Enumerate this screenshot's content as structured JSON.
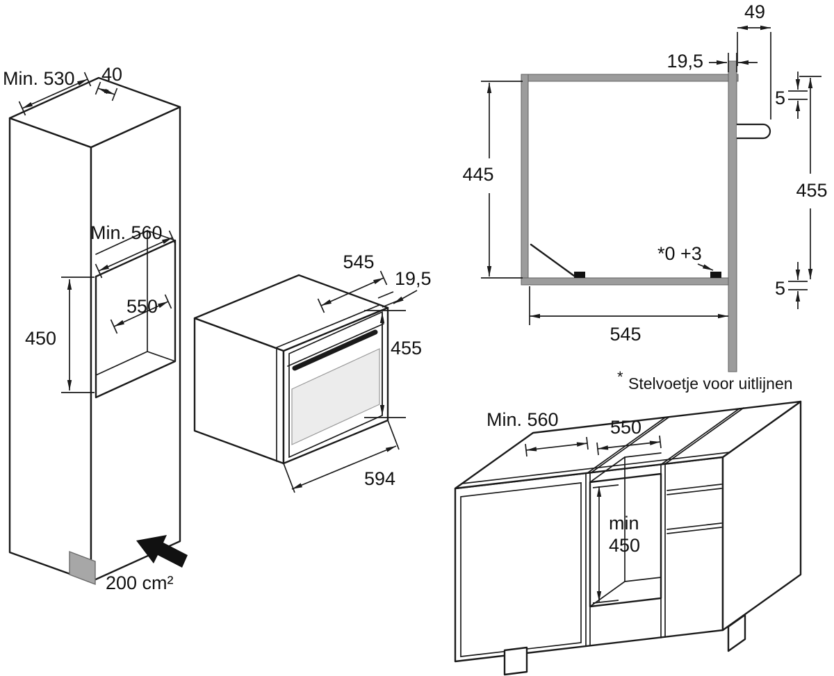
{
  "diagram": {
    "tall_cabinet": {
      "depth_min": "Min. 530",
      "top_gap": "40",
      "niche_width_min": "Min. 560",
      "niche_inner_width": "550",
      "niche_height": "450",
      "vent_area": "200 cm²"
    },
    "oven": {
      "depth": "545",
      "front_lip": "19,5",
      "height": "455",
      "width": "594"
    },
    "section": {
      "handle_projection": "49",
      "front_overlap": "19,5",
      "top_clearance": "5",
      "inner_height": "445",
      "front_height": "455",
      "foot_adjustment": "*0 +3",
      "bottom_clearance": "5",
      "depth": "545",
      "footnote_star": "*",
      "footnote_text": "Stelvoetje voor uitlijnen"
    },
    "base_cabinet": {
      "niche_width_min": "Min. 560",
      "niche_inner_width": "550",
      "height_min_label": "min",
      "height_min_value": "450"
    }
  }
}
